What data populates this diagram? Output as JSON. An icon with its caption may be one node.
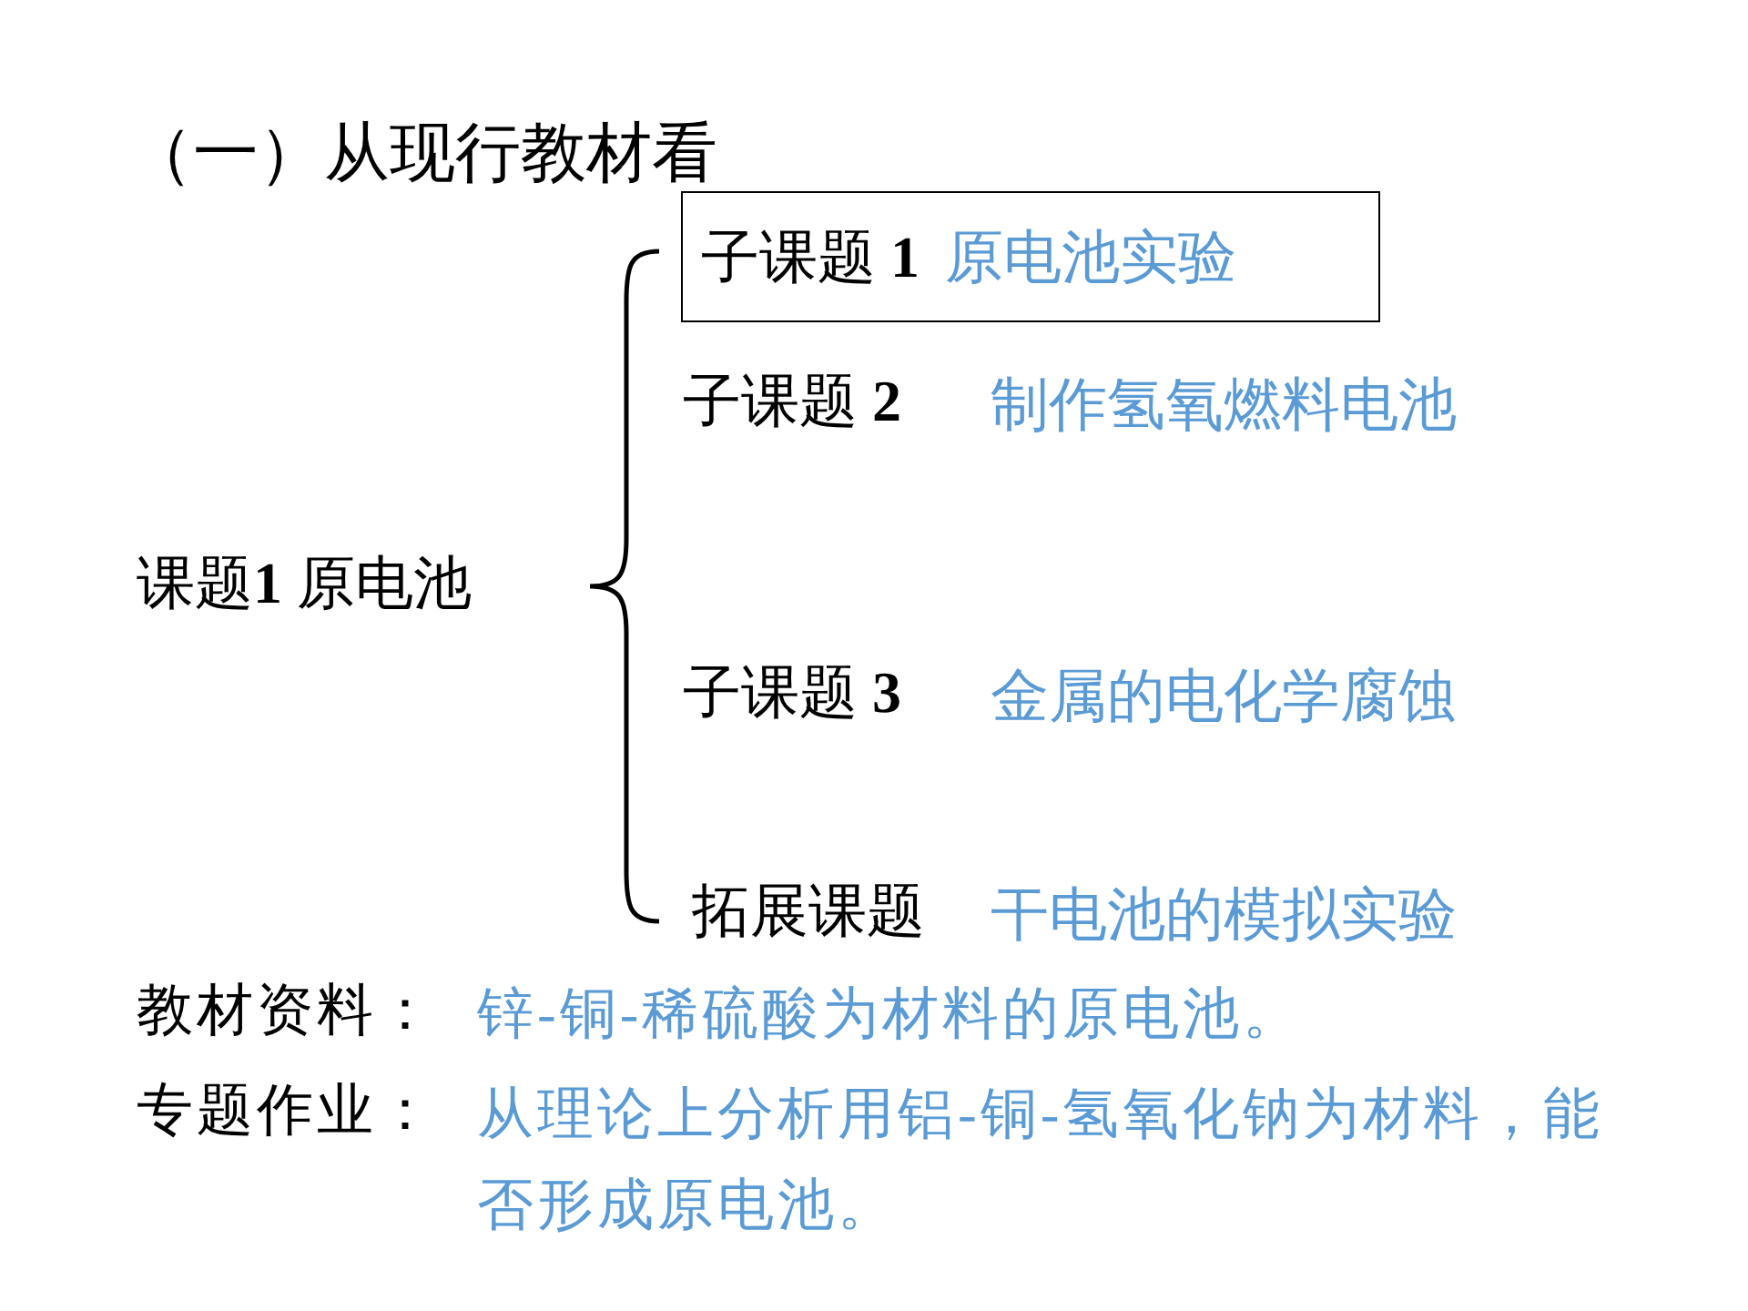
{
  "diagram": {
    "title": "（一）从现行教材看",
    "nodes": [
      {
        "text": [
          "子课题 **1**",
          "原电池实验"
        ]
      }
    ],
    "labels": [
      "课题**1** 原电池",
      "子课题 **2**",
      "制作氢氧燃料电池",
      "子课题 **3**",
      "金属的电化学腐蚀",
      "拓展课题",
      "干电池的模拟实验",
      "教材资料：",
      "锌-铜-稀硫酸为材料的原电池。",
      "专题作业：",
      "从理论上分析用铝-铜-氢氧化钠为材料，能否形成原电池。"
    ]
  }
}
